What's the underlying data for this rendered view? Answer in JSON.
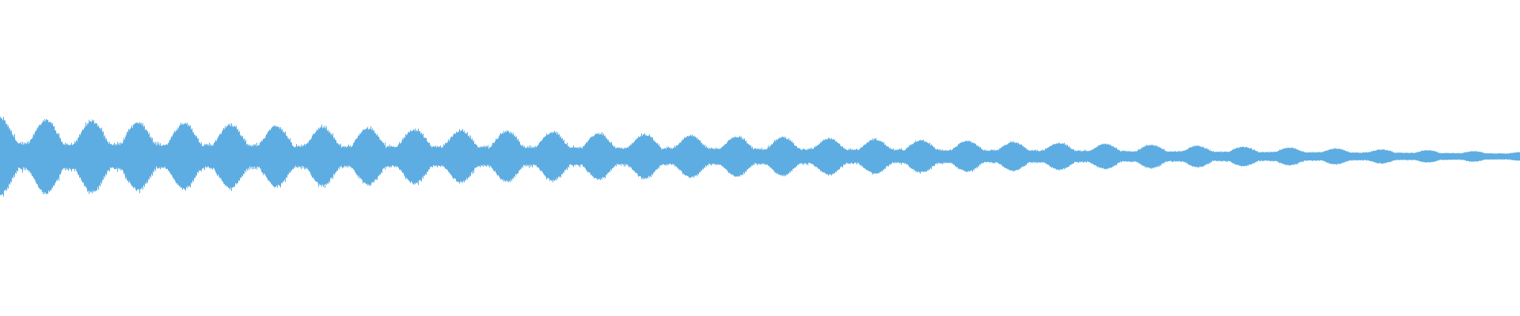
{
  "waveform": {
    "color": "#5dade2",
    "background": "#ffffff",
    "pulse_count": 33,
    "envelope": {
      "start_amplitude": 0.9,
      "end_amplitude": 0.1,
      "decay": "gradual"
    }
  }
}
